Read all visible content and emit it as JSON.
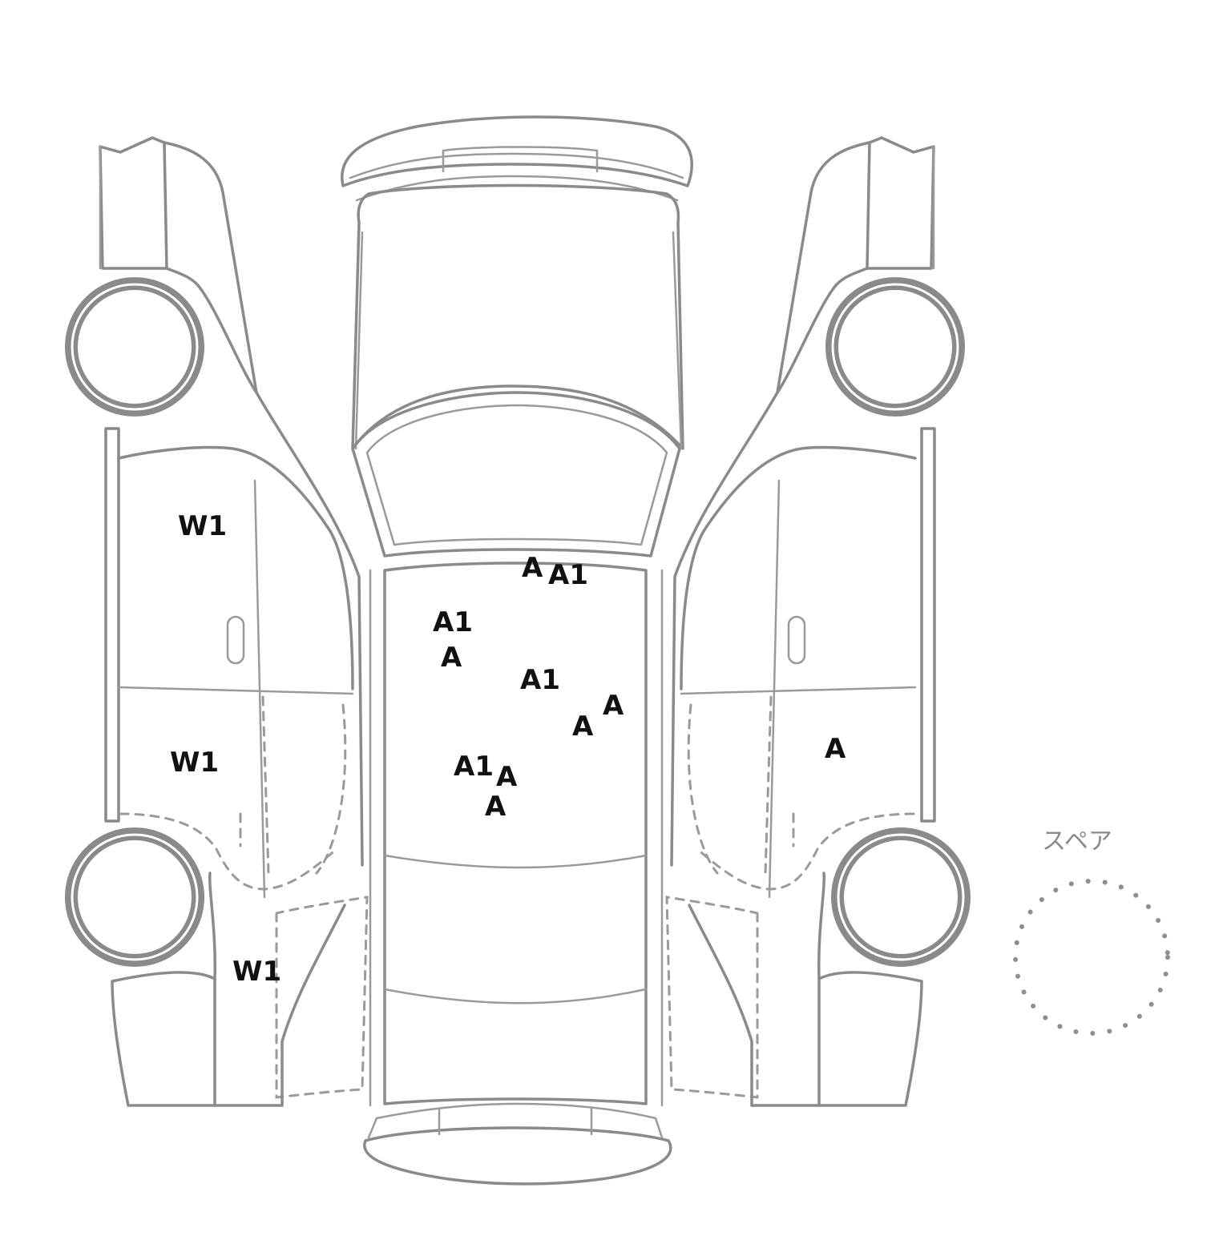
{
  "spare_label": "スペア",
  "marks": [
    {
      "code": "W1",
      "area": "left-side-front-door"
    },
    {
      "code": "W1",
      "area": "left-side-rear-door"
    },
    {
      "code": "W1",
      "area": "left-side-rear-quarter"
    },
    {
      "code": "A",
      "area": "roof"
    },
    {
      "code": "A1",
      "area": "roof"
    },
    {
      "code": "A1",
      "area": "roof"
    },
    {
      "code": "A",
      "area": "roof"
    },
    {
      "code": "A1",
      "area": "roof"
    },
    {
      "code": "A",
      "area": "roof"
    },
    {
      "code": "A",
      "area": "roof"
    },
    {
      "code": "A1",
      "area": "roof"
    },
    {
      "code": "A",
      "area": "roof"
    },
    {
      "code": "A",
      "area": "roof"
    },
    {
      "code": "A",
      "area": "right-side-rear-door"
    }
  ],
  "colors": {
    "outline": "#8a8a8a",
    "mark_text": "#111111",
    "background": "#ffffff"
  }
}
